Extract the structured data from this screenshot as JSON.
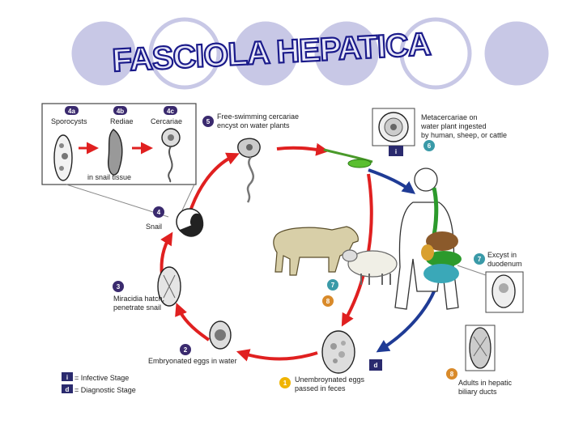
{
  "title": "FASCIOLA HEPATICA",
  "colors": {
    "circle": "#c8c8e6",
    "red_arrow": "#e02020",
    "blue_arrow": "#1f3b95",
    "badge": "#3a2a6e",
    "badge_teal": "#3a9aa8",
    "badge_yellow": "#f0b400",
    "badge_orange": "#d98a2a"
  },
  "inset": {
    "sporocysts": {
      "num": "4a",
      "label": "Sporocysts"
    },
    "rediae": {
      "num": "4b",
      "label": "Rediae"
    },
    "cercariae": {
      "num": "4c",
      "label": "Cercariae"
    },
    "tissue": "in snail tissue"
  },
  "stages": {
    "s5": {
      "num": "5",
      "line1": "Free-swimming cercariae",
      "line2": "encyst on water plants"
    },
    "s6": {
      "num": "6",
      "line1": "Metacercariae on",
      "line2": "water plant ingested",
      "line3": "by human, sheep, or cattle"
    },
    "s7": {
      "num": "7",
      "line1": "Excyst in",
      "line2": "duodenum"
    },
    "s8": {
      "num": "8",
      "line1": "Adults in hepatic",
      "line2": "biliary ducts"
    },
    "s1": {
      "num": "1",
      "line1": "Unembroynated eggs",
      "line2": "passed in feces"
    },
    "s2": {
      "num": "2",
      "line1": "Embryonated eggs in water"
    },
    "s3": {
      "num": "3",
      "line1": "Miracidia hatch,",
      "line2": "penetrate snail"
    },
    "s4": {
      "num": "4",
      "line1": "Snail"
    },
    "s7b": {
      "num": "7"
    },
    "s8b": {
      "num": "8"
    }
  },
  "legend": {
    "infective": {
      "sym": "i",
      "label": "= Infective Stage"
    },
    "diagnostic": {
      "sym": "d",
      "label": "= Diagnostic Stage"
    }
  },
  "marker_i": "i",
  "marker_d": "d"
}
